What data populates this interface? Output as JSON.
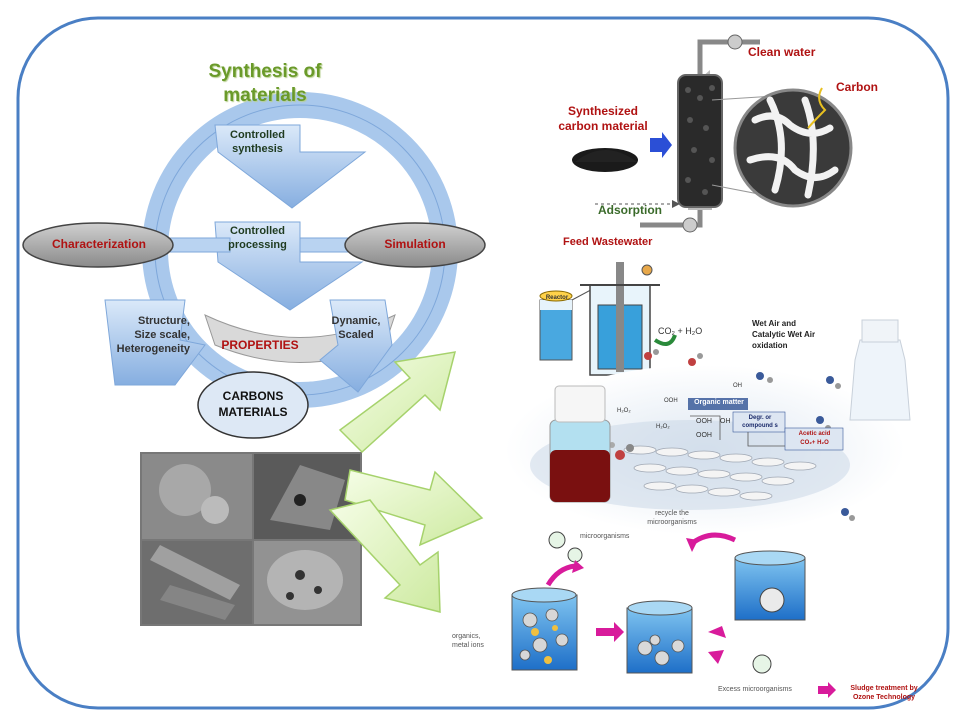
{
  "title": {
    "line1": "Synthesis of",
    "line2": "materials"
  },
  "cycle": {
    "top_arrow": [
      "Controlled",
      "synthesis"
    ],
    "middle_arrow": [
      "Controlled",
      "processing"
    ],
    "left_oval": "Characterization",
    "right_oval": "Simulation",
    "left_arrow": [
      "Structure,",
      "Size scale,",
      "Heterogeneity"
    ],
    "right_arrow": [
      "Dynamic,",
      "Scaled"
    ],
    "properties": "PROPERTIES",
    "carbons": [
      "CARBONS",
      "MATERIALS"
    ]
  },
  "adsorption": {
    "clean_water": "Clean water",
    "carbon": "Carbon",
    "synthesized": [
      "Synthesized",
      "carbon material"
    ],
    "adsorption": "Adsorption",
    "feed": "Feed Wastewater"
  },
  "oxidation": {
    "reactor_label": "Reactor",
    "co2": "CO₂ + H₂O",
    "wet_air": [
      "Wet Air and",
      "Catalytic Wet Air",
      "oxidation"
    ],
    "organic_matter": "Organic matter",
    "degr": [
      "Degr. or",
      "compound s"
    ],
    "acetic": [
      "Acetic acid",
      "CO₂+ H₂O"
    ],
    "h2o2": "H₂O₂",
    "ooh": "OOH",
    "oh": "OH"
  },
  "bio": {
    "microorganisms": "microorganisms",
    "recycle": [
      "recycle the",
      "microorganisms"
    ],
    "organics": [
      "organics,",
      "metal ions"
    ],
    "excess": "Excess microorganisms",
    "sludge": [
      "Sludge treatment by",
      "Ozone Technology"
    ]
  },
  "colors": {
    "frame": "#4a7fc4",
    "arrow_blue": "#a9c8ec",
    "arrow_green": "#e6f6c8",
    "title_green": "#6a9a2a",
    "red_label": "#b01212",
    "oval_gray": "#9c9c9c"
  }
}
